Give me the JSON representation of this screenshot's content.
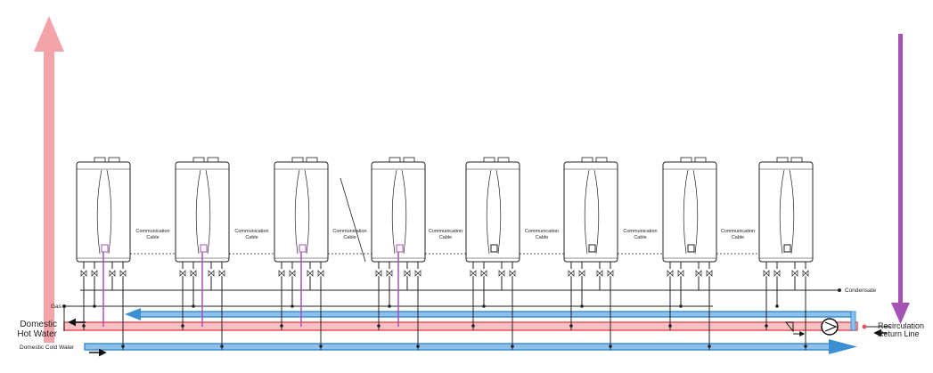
{
  "labels": {
    "domestic_hot_water": "Domestic\nHot Water",
    "domestic_cold_water": "Domestic Cold Water",
    "recirculation_return_line": "Recirculation\nReturn Line",
    "gas": "Gas",
    "condensate": "Condensate",
    "communication_cable": "Communication\nCable"
  },
  "heater_count": 8,
  "colors": {
    "hot_water": "#e8525a",
    "hot_water_light": "#f4a3a8",
    "cold_water": "#3d8fd4",
    "cold_water_light": "#8fc0ea",
    "recirculation": "#a652b5",
    "pipe": "#222222"
  },
  "icons": {
    "pump": "circulation-pump-icon",
    "check_valve": "check-valve-icon",
    "flow_arrow": "flow-arrow-icon"
  }
}
